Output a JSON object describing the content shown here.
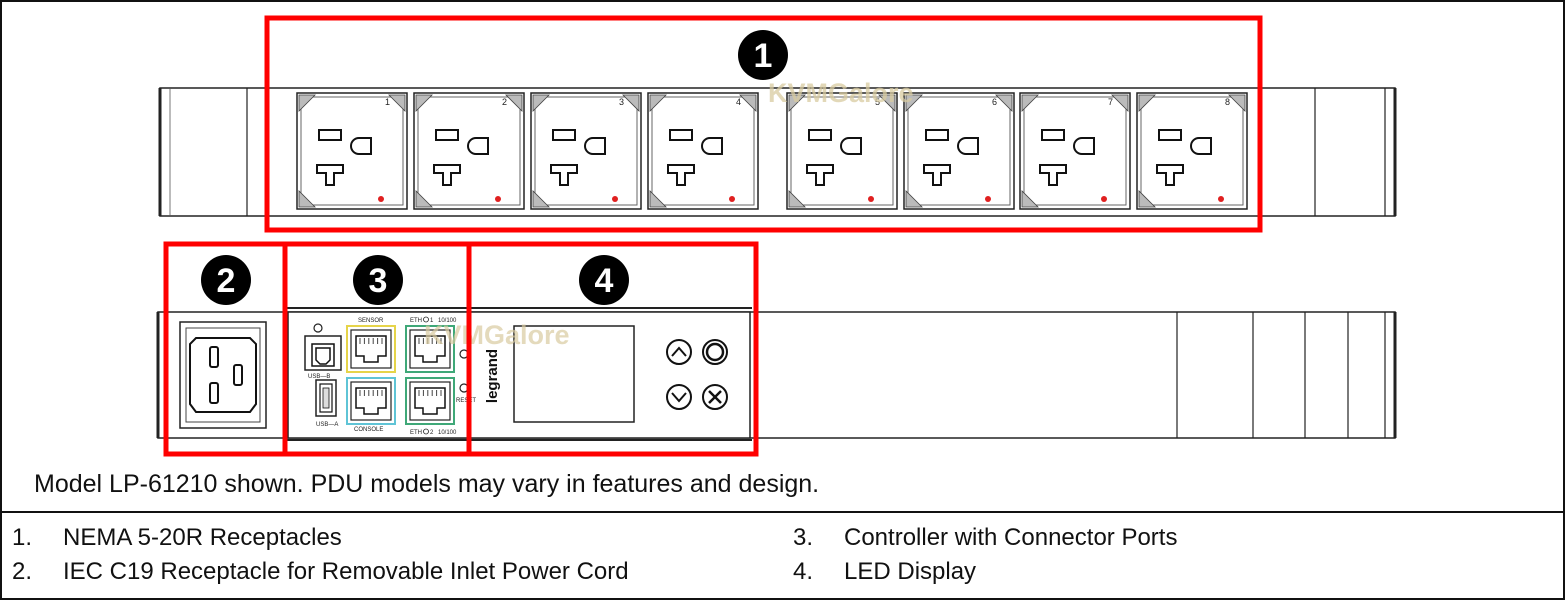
{
  "watermark": "KVMGalore",
  "callouts": [
    {
      "number": "1"
    },
    {
      "number": "2"
    },
    {
      "number": "3"
    },
    {
      "number": "4"
    }
  ],
  "outlets": [
    {
      "number": "1"
    },
    {
      "number": "2"
    },
    {
      "number": "3"
    },
    {
      "number": "4"
    },
    {
      "number": "5"
    },
    {
      "number": "6"
    },
    {
      "number": "7"
    },
    {
      "number": "8"
    }
  ],
  "controller": {
    "sensor": "SENSOR",
    "console": "CONSOLE",
    "usb_b": "USB—B",
    "usb_a": "USB—A",
    "eth1": "ETH",
    "eth1_num": "1",
    "eth1_speed": "10/100",
    "eth2": "ETH",
    "eth2_num": "2",
    "eth2_speed": "10/100",
    "reset": "RESET",
    "brand": "legrand"
  },
  "caption": "Model LP-61210 shown. PDU models may vary in features and design.",
  "legend": [
    {
      "num": "1.",
      "text": "NEMA 5-20R Receptacles"
    },
    {
      "num": "2.",
      "text": "IEC C19 Receptacle for Removable Inlet Power Cord"
    },
    {
      "num": "3.",
      "text": "Controller with Connector Ports"
    },
    {
      "num": "4.",
      "text": "LED Display"
    }
  ],
  "colors": {
    "callout_box": "#ff0000",
    "sensor_port": "#e6d44a",
    "console_port": "#5fc4d6",
    "eth_port": "#3fa878",
    "indicator_dot": "#e02020"
  }
}
